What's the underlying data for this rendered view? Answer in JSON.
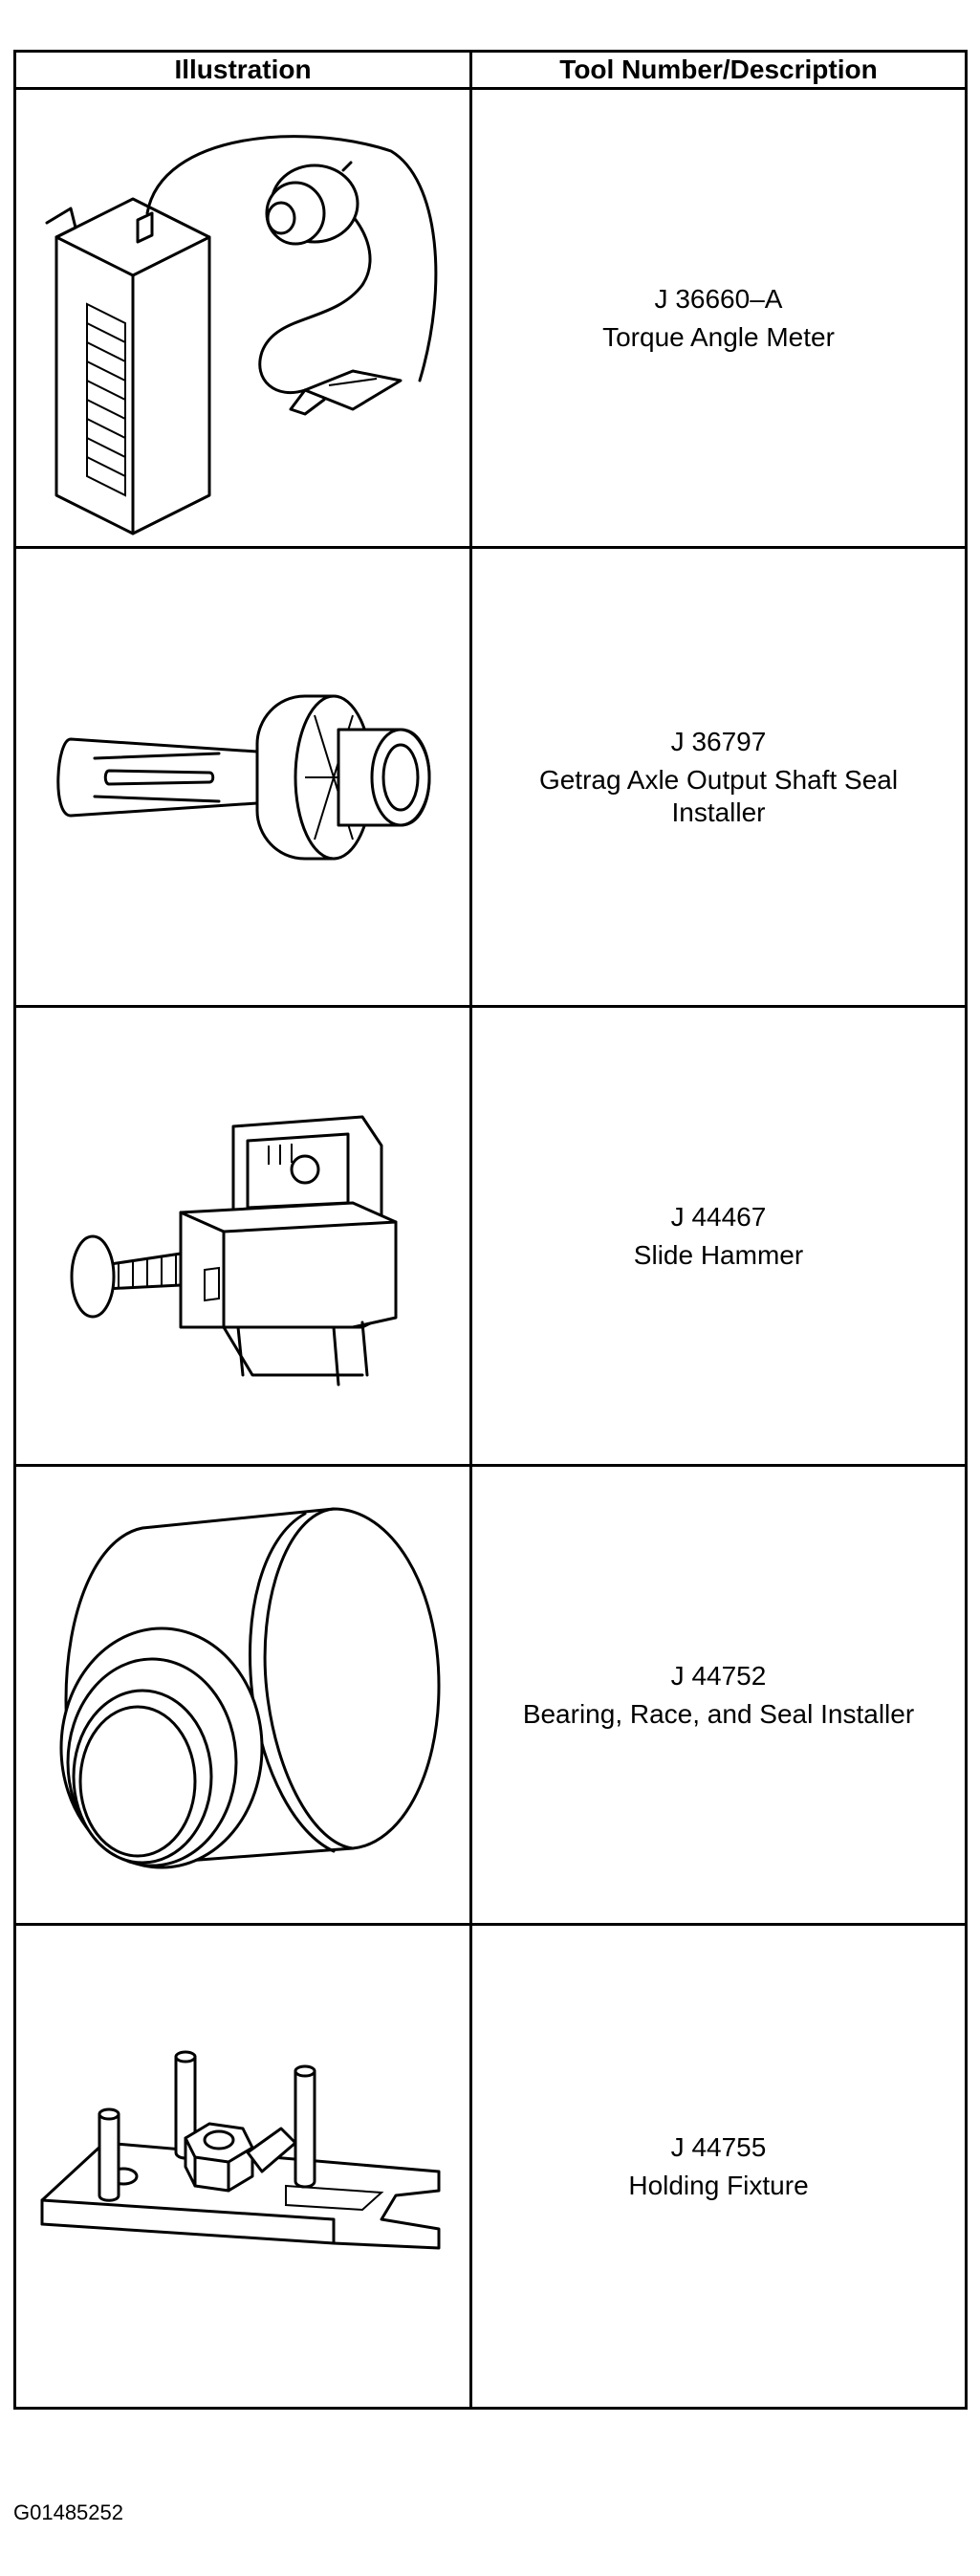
{
  "table": {
    "headers": {
      "illustration": "Illustration",
      "description": "Tool Number/Description"
    },
    "rows": [
      {
        "number": "J 36660–A",
        "description": "Torque Angle Meter",
        "icon": "torque-angle-meter-icon"
      },
      {
        "number": "J 36797",
        "description": "Getrag Axle Output Shaft Seal Installer",
        "icon": "seal-installer-icon"
      },
      {
        "number": "J 44467",
        "description": "Slide Hammer",
        "icon": "slide-hammer-icon"
      },
      {
        "number": "J 44752",
        "description": "Bearing, Race, and Seal Installer",
        "icon": "bearing-race-seal-installer-icon"
      },
      {
        "number": "J 44755",
        "description": "Holding Fixture",
        "icon": "holding-fixture-icon"
      }
    ]
  },
  "figure_code": "G01485252"
}
